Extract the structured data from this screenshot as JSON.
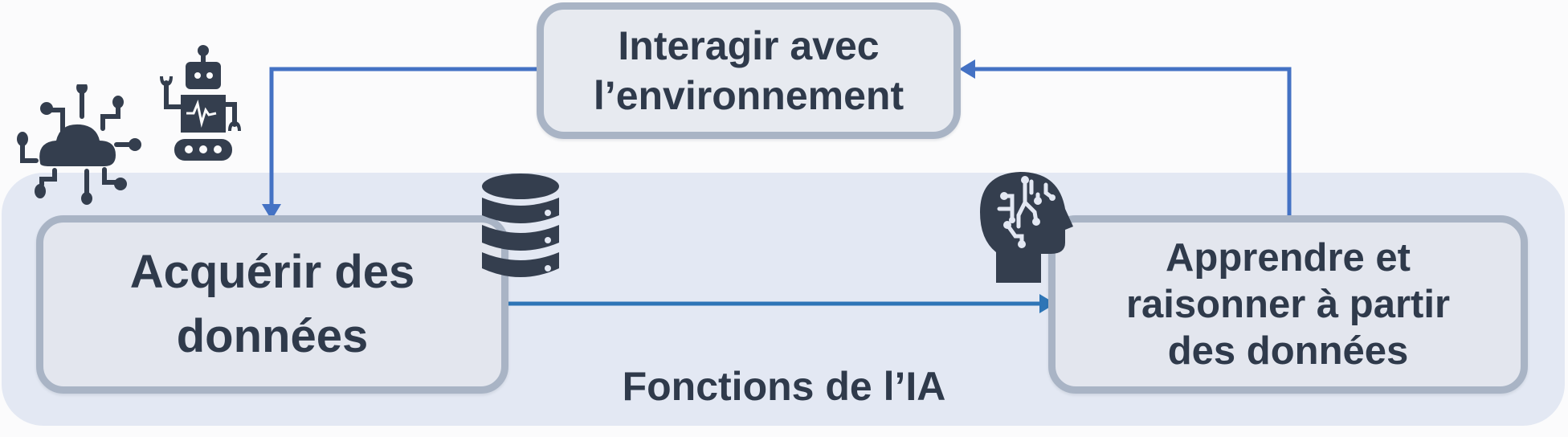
{
  "diagram": {
    "title": "Fonctions de l’IA",
    "nodes": {
      "interact": {
        "lines": [
          "Interagir avec",
          "l’environnement"
        ]
      },
      "acquire": {
        "lines": [
          "Acquérir des",
          "données"
        ]
      },
      "learn": {
        "lines": [
          "Apprendre et",
          "raisonner à partir",
          "des données"
        ]
      }
    },
    "edges": [
      {
        "from": "interact",
        "to": "acquire",
        "style": "elbow"
      },
      {
        "from": "acquire",
        "to": "learn",
        "style": "straight"
      },
      {
        "from": "learn",
        "to": "interact",
        "style": "elbow"
      }
    ],
    "icons": [
      "cloud-network-icon",
      "robot-icon",
      "database-icon",
      "ai-head-icon"
    ],
    "colors": {
      "panel_bg": "#e3e8f3",
      "box_fill": "#e3e6ee",
      "box_border": "#a9b4c5",
      "text": "#2f3a4b",
      "arrow_feedback": "#4472c4",
      "arrow_flow": "#2e75b6",
      "icon": "#343e4e"
    }
  }
}
